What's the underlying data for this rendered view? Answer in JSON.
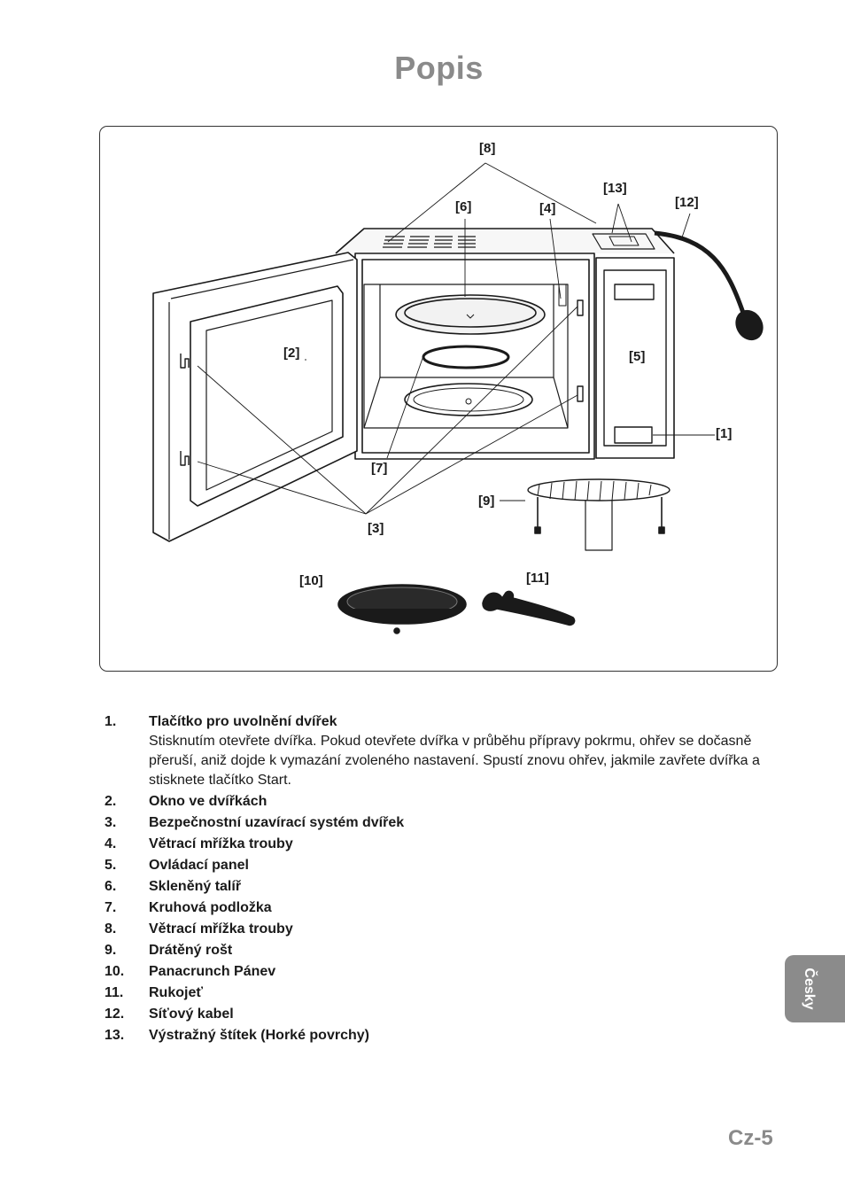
{
  "page": {
    "title": "Popis",
    "language_tab": "Česky",
    "page_number": "Cz-5"
  },
  "diagram": {
    "callouts": {
      "c1": "[1]",
      "c2": "[2]",
      "c3": "[3]",
      "c4": "[4]",
      "c5": "[5]",
      "c6": "[6]",
      "c7": "[7]",
      "c8": "[8]",
      "c9": "[9]",
      "c10": "[10]",
      "c11": "[11]",
      "c12": "[12]",
      "c13": "[13]"
    }
  },
  "legend": {
    "items": [
      {
        "num": "1.",
        "label": "Tlačítko pro uvolnění dvířek",
        "desc": "Stisknutím otevřete dvířka. Pokud otevřete dvířka v průběhu přípravy pokrmu, ohřev se dočasně přeruší, aniž dojde k vymazání zvoleného nastavení. Spustí znovu ohřev, jakmile zavřete dvířka a stisknete tlačítko Start."
      },
      {
        "num": "2.",
        "label": "Okno ve dvířkách",
        "desc": ""
      },
      {
        "num": "3.",
        "label": "Bezpečnostní uzavírací systém dvířek",
        "desc": ""
      },
      {
        "num": "4.",
        "label": "Větrací mřížka trouby",
        "desc": ""
      },
      {
        "num": "5.",
        "label": "Ovládací panel",
        "desc": ""
      },
      {
        "num": "6.",
        "label": "Skleněný talíř",
        "desc": ""
      },
      {
        "num": "7.",
        "label": "Kruhová podložka",
        "desc": ""
      },
      {
        "num": "8.",
        "label": "Větrací mřížka trouby",
        "desc": ""
      },
      {
        "num": "9.",
        "label": "Drátěný rošt",
        "desc": ""
      },
      {
        "num": "10.",
        "label": "Panacrunch Pánev",
        "desc": ""
      },
      {
        "num": "11.",
        "label": "Rukojeť",
        "desc": ""
      },
      {
        "num": "12.",
        "label": "Síťový kabel",
        "desc": ""
      },
      {
        "num": "13.",
        "label": "Výstražný štítek (Horké povrchy)",
        "desc": ""
      }
    ]
  }
}
